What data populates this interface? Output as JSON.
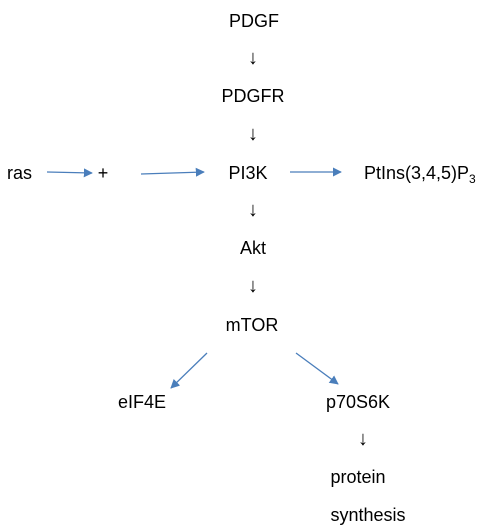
{
  "nodes": {
    "pdgf": "PDGF",
    "pdgfr": "PDGFR",
    "ras": "ras",
    "plus": "+",
    "pi3k": "PI3K",
    "ptins_main": "PtIns(3,4,5)P",
    "ptins_sub": "3",
    "akt": "Akt",
    "mtor": "mTOR",
    "eif4e": "eIF4E",
    "p70s6k": "p70S6K",
    "protein": "protein",
    "synthesis": "synthesis"
  },
  "symbols": {
    "down_arrow": "↓"
  },
  "colors": {
    "arrow_blue": "#4a7ebb",
    "text": "#000000"
  }
}
